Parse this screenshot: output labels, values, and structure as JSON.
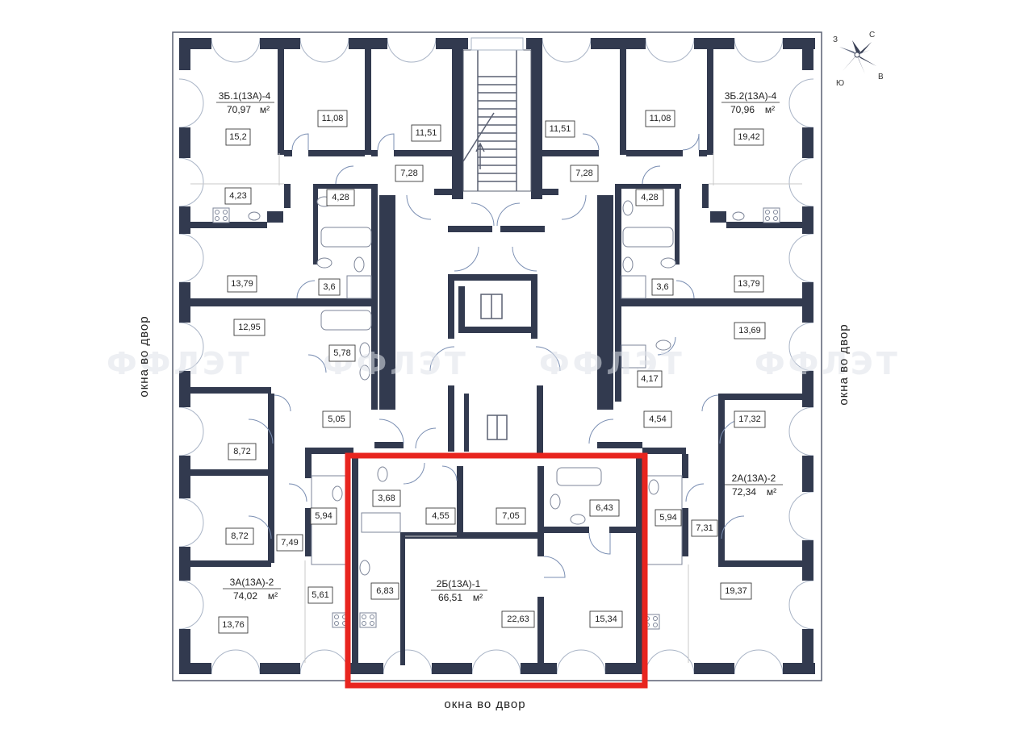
{
  "labels": {
    "windows_bottom": "окна во двор",
    "windows_left": "окна во двор",
    "windows_right": "окна во двор"
  },
  "compass": {
    "north": "С",
    "west": "З",
    "south": "Ю",
    "east": "В"
  },
  "watermark": "ФФЛЭТ",
  "apartments": [
    {
      "name": "3Б.1(13А)-4",
      "area": "70,97",
      "unit": "м²"
    },
    {
      "name": "3Б.2(13А)-4",
      "area": "70,96",
      "unit": "м²"
    },
    {
      "name": "2А(13А)-2",
      "area": "72,34",
      "unit": "м²"
    },
    {
      "name": "3А(13А)-2",
      "area": "74,02",
      "unit": "м²"
    },
    {
      "name": "2Б(13А)-1",
      "area": "66,51",
      "unit": "м²"
    }
  ],
  "rooms": {
    "r1": "15,2",
    "r2": "11,08",
    "r3": "11,51",
    "r4": "11,51",
    "r5": "11,08",
    "r6": "19,42",
    "r7": "4,23",
    "r8": "4,28",
    "r9": "7,28",
    "r10": "7,28",
    "r11": "4,28",
    "r12": "13,79",
    "r13": "3,6",
    "r14": "3,6",
    "r15": "13,79",
    "r16": "12,95",
    "r17": "5,78",
    "r18": "13,69",
    "r19": "4,17",
    "r20": "5,05",
    "r21": "4,54",
    "r22": "17,32",
    "r23": "8,72",
    "r24": "3,68",
    "r25": "4,55",
    "r26": "7,05",
    "r27": "6,43",
    "r28": "5,94",
    "r29": "5,94",
    "r30": "8,72",
    "r31": "7,49",
    "r32": "7,31",
    "r33": "6,83",
    "r34": "5,61",
    "r35": "19,37",
    "r36": "13,76",
    "r37": "22,63",
    "r38": "15,34"
  },
  "highlight_color": "#e8251f"
}
